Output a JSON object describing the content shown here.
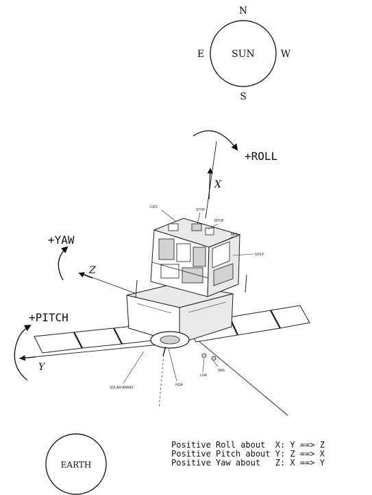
{
  "sun_diagram": {
    "label": "SUN",
    "north": "N",
    "east": "E",
    "west": "W",
    "south": "S"
  },
  "axes": {
    "roll_label": "+ROLL",
    "x_label": "X",
    "yaw_label": "+YAW",
    "z_label": "Z",
    "pitch_label": "+PITCH",
    "y_label": "Y"
  },
  "instrument_labels": {
    "cds": "CDS",
    "stof": "STOF",
    "mtof": "MTOF",
    "mdi": "MDI",
    "golf": "GOLF",
    "solar_array": "SOLAR ARRAY",
    "hga": "HGA",
    "lga": "LGA",
    "sas": "SAS"
  },
  "earth_label": "EARTH",
  "legend": {
    "line1": "Positive Roll about  X: Y ==> Z",
    "line2": "Positive Pitch about Y: Z ==> X",
    "line3": "Positive Yaw about   Z: X ==> Y"
  }
}
